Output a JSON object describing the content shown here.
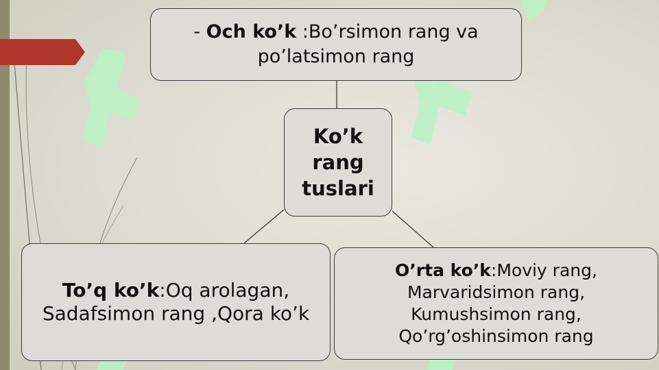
{
  "colors": {
    "accent_tab": "#b0352b",
    "box_fill": "#dddcd6",
    "box_border": "#3c3c3c",
    "watermark": "#b8f2c4"
  },
  "diagram": {
    "center": {
      "line1": "Ko’k",
      "line2": "rang",
      "line3": "tuslari"
    },
    "top": {
      "prefix": "- ",
      "bold": "Och ko’k",
      "text": " :Bo’rsimon rang va po’latsimon rang"
    },
    "left": {
      "bold": "To’q ko’k",
      "text": ":Oq arolagan, Sadafsimon rang ,Qora ko’k"
    },
    "right": {
      "bold": "O’rta ko’k",
      "line1_text": ":Moviy rang,",
      "line2": "Marvaridsimon rang,",
      "line3": "Kumushsimon rang,",
      "line4": "Qo’rg’oshinsimon rang"
    }
  }
}
